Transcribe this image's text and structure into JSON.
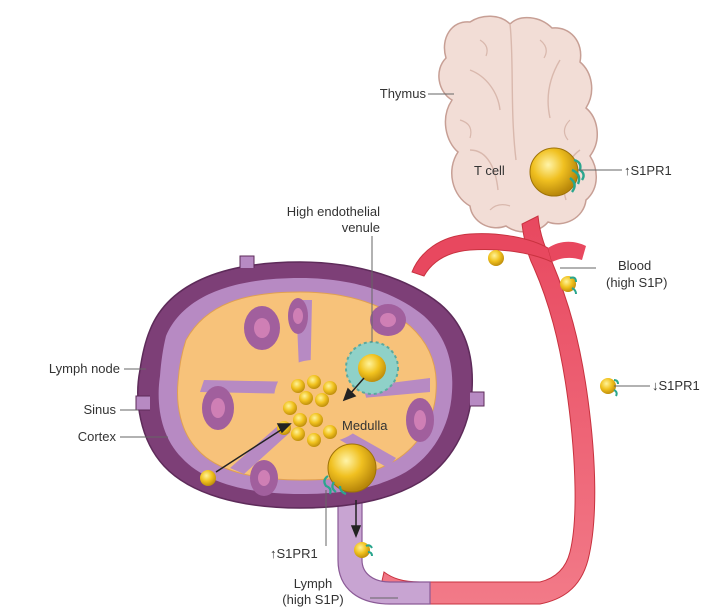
{
  "labels": {
    "thymus": "Thymus",
    "t_cell": "T cell",
    "s1pr1_up_thymus": "↑S1PR1",
    "hev_line1": "High endothelial",
    "hev_line2": "venule",
    "blood_line1": "Blood",
    "blood_line2": "(high S1P)",
    "lymph_node": "Lymph node",
    "sinus": "Sinus",
    "cortex": "Cortex",
    "medulla": "Medulla",
    "s1pr1_down": "↓S1PR1",
    "s1pr1_up_node": "↑S1PR1",
    "lymph_line1": "Lymph",
    "lymph_line2": "(high S1P)"
  },
  "colors": {
    "thymus": "#f2ddd6",
    "node_outer": "#7d3f77",
    "node_purple": "#b78ac3",
    "cortex_orange": "#f7c27a",
    "follicle": "#c9749a",
    "blood_vessel": "#e2475c",
    "lymph_vessel": "#c8a4d2",
    "t_cell": "#e8b818",
    "receptor": "#2aa68e",
    "hev": "#8fd1c8"
  }
}
